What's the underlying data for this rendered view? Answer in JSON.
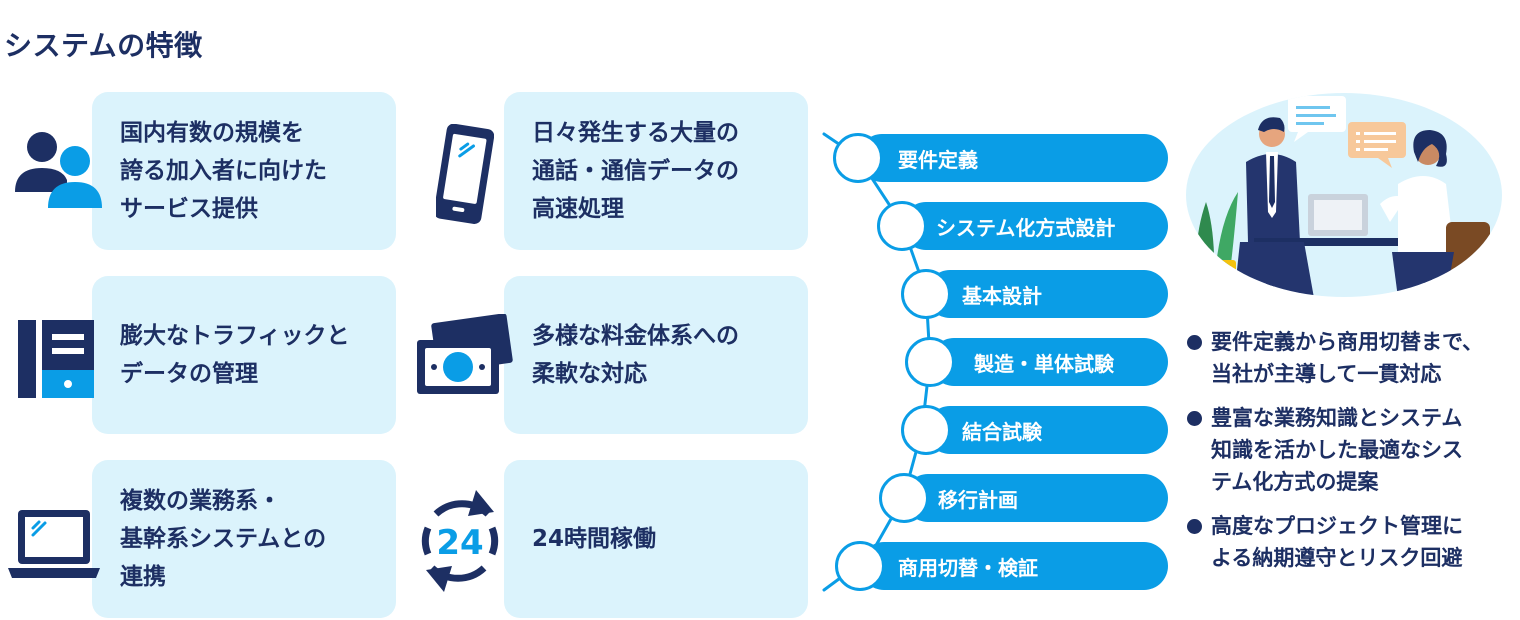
{
  "title": "システムの特徴",
  "colors": {
    "navy": "#1d2f63",
    "accent": "#0a9de6",
    "light": "#dbf3fc"
  },
  "features": [
    {
      "icon": "users-icon",
      "lines": [
        "国内有数の規模を",
        "誇る加入者に向けた",
        "サービス提供"
      ]
    },
    {
      "icon": "smartphone-icon",
      "lines": [
        "日々発生する大量の",
        "通話・通信データの",
        "高速処理"
      ]
    },
    {
      "icon": "server-icon",
      "lines": [
        "膨大なトラフィックと",
        "データの管理"
      ]
    },
    {
      "icon": "banknotes-icon",
      "lines": [
        "多様な料金体系への",
        "柔軟な対応"
      ]
    },
    {
      "icon": "laptop-icon",
      "lines": [
        "複数の業務系・",
        "基幹系システムとの",
        "連携"
      ]
    },
    {
      "icon": "clock-24-icon",
      "icon_text": "24",
      "lines": [
        "24時間稼働"
      ]
    }
  ],
  "process_steps": [
    "要件定義",
    "システム化方式設計",
    "基本設計",
    "製造・単体試験",
    "結合試験",
    "移行計画",
    "商用切替・検証"
  ],
  "strengths": [
    [
      "要件定義から商用切替まで、",
      "当社が主導して一貫対応"
    ],
    [
      "豊富な業務知識とシステム",
      "知識を活かした最適なシス",
      "テム化方式の提案"
    ],
    [
      "高度なプロジェクト管理に",
      "よる納期遵守とリスク回避"
    ]
  ]
}
